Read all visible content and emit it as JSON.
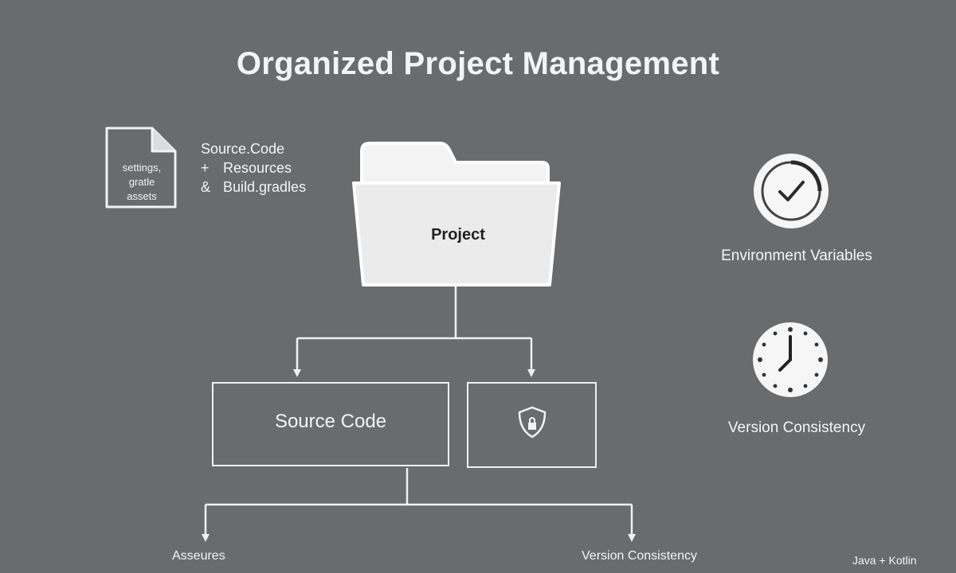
{
  "title": "Organized Project Management",
  "document_icon": {
    "lines": [
      "settings,",
      "gratle",
      "assets"
    ]
  },
  "file_list": [
    {
      "prefix": "",
      "text": "Source.Code"
    },
    {
      "prefix": "+",
      "text": "Resources"
    },
    {
      "prefix": "&",
      "text": "Build.gradles"
    }
  ],
  "folder": {
    "label": "Project"
  },
  "boxes": {
    "source": "Source Code",
    "secure_icon": "shield-lock-icon"
  },
  "side": {
    "environment": {
      "icon": "check-dial-icon",
      "label": "Environment Variables"
    },
    "version": {
      "icon": "clock-icon",
      "label": "Version Consistency"
    }
  },
  "bottom": {
    "assets": "Asseures",
    "version": "Version Consistency",
    "languages": "Java + Kotlin"
  },
  "colors": {
    "background": "#6a6b6d",
    "foreground": "#f2f2f2",
    "folder_fill": "#ededed"
  }
}
